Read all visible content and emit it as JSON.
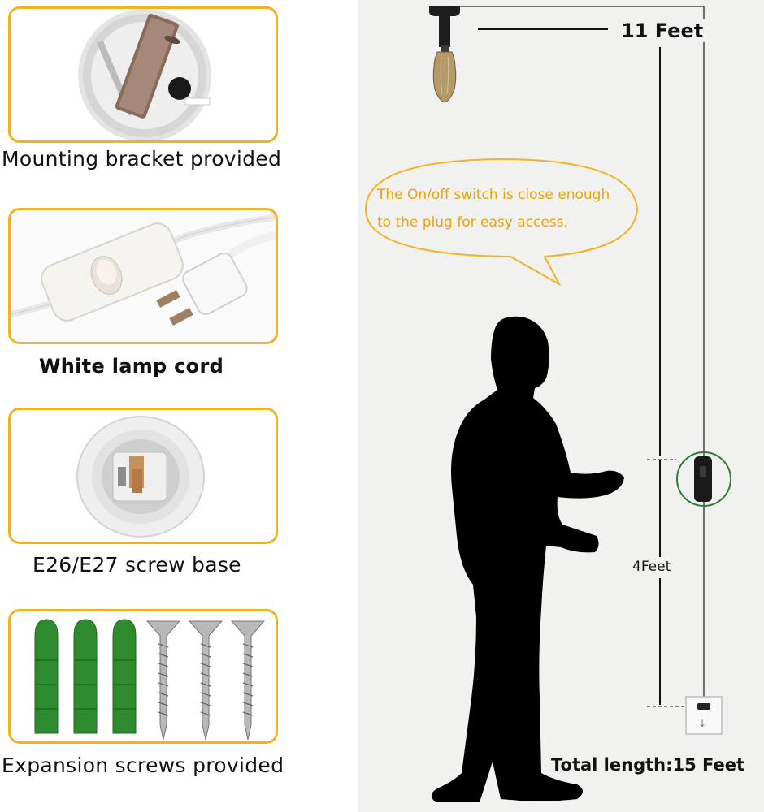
{
  "features": [
    {
      "caption": "Mounting bracket provided"
    },
    {
      "caption": "White lamp cord"
    },
    {
      "caption": "E26/E27 screw base"
    },
    {
      "caption": "Expansion screws provided"
    }
  ],
  "diagram": {
    "ceiling_length": "11 Feet",
    "speech_bubble_line1": "The On/off switch is close enough",
    "speech_bubble_line2": "to the plug for easy access.",
    "switch_to_plug_length": "4Feet",
    "total_length": "Total length:15 Feet"
  },
  "colors": {
    "card_border": "#f0b323",
    "bubble_text": "#e8a317",
    "switch_circle": "#2e7d32",
    "anchor_green": "#2e8b2e"
  }
}
